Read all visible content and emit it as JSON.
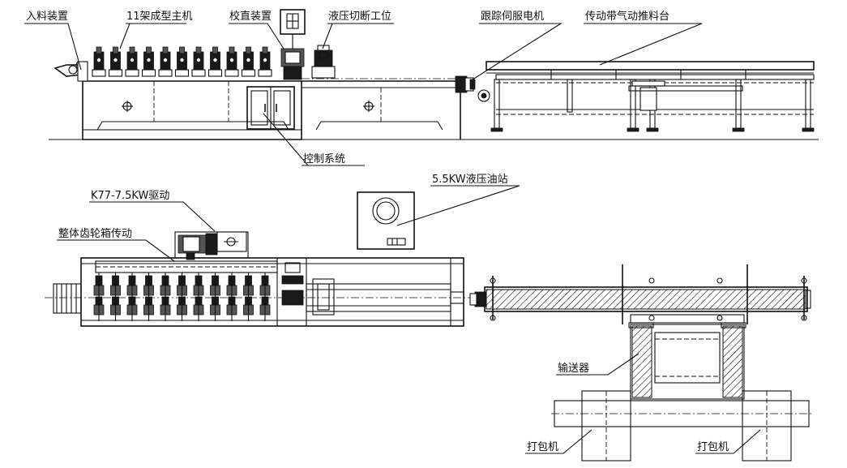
{
  "labels": {
    "feeding_device": "入料装置",
    "forming_main_machine": "11架成型主机",
    "straightening_device": "校直装置",
    "hydraulic_cutting_station": "液压切断工位",
    "tracking_servo_motor": "跟踪伺服电机",
    "belt_pneumatic_push_table": "传动带气动推料台",
    "control_system": "控制系统",
    "drive_motor": "K77-7.5KW驱动",
    "hydraulic_station": "5.5KW液压油站",
    "gearbox_transmission": "整体齿轮箱传动",
    "conveyor": "输送器",
    "packer_left": "打包机",
    "packer_right": "打包机"
  }
}
